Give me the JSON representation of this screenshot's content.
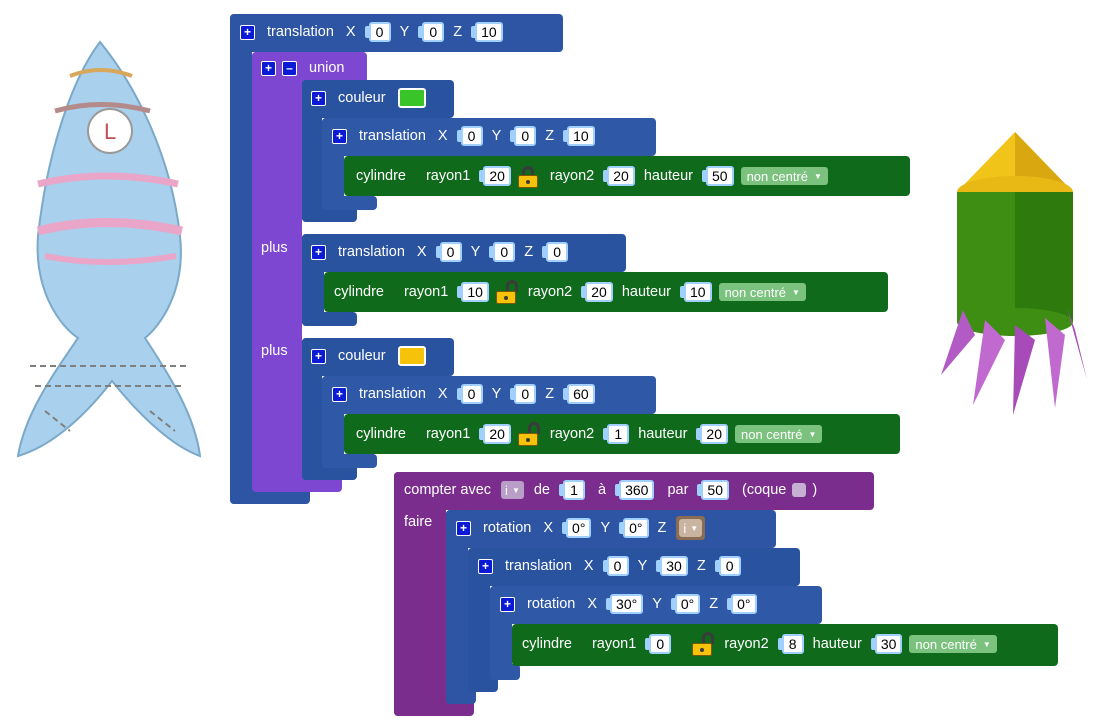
{
  "labels": {
    "translation": "translation",
    "rotation": "rotation",
    "union": "union",
    "couleur": "couleur",
    "cylindre": "cylindre",
    "rayon1": "rayon1",
    "rayon2": "rayon2",
    "hauteur": "hauteur",
    "plus": "plus",
    "X": "X",
    "Y": "Y",
    "Z": "Z",
    "non_centre": "non centré",
    "compter": "compter avec",
    "de": "de",
    "a": "à",
    "par": "par",
    "coque_open": "(coque",
    "coque_close": ")",
    "faire": "faire"
  },
  "blocks": {
    "outer_translation": {
      "x": "0",
      "y": "0",
      "z": "10"
    },
    "color1": "#39c52a",
    "t1": {
      "x": "0",
      "y": "0",
      "z": "10"
    },
    "cyl1": {
      "r1": "20",
      "r2": "20",
      "h": "50"
    },
    "t2": {
      "x": "0",
      "y": "0",
      "z": "0"
    },
    "cyl2": {
      "r1": "10",
      "r2": "20",
      "h": "10"
    },
    "color2": "#f7c20a",
    "t3": {
      "x": "0",
      "y": "0",
      "z": "60"
    },
    "cyl3": {
      "r1": "20",
      "r2": "1",
      "h": "20"
    },
    "loop": {
      "var": "i",
      "from": "1",
      "to": "360",
      "step": "50"
    },
    "rot1": {
      "x": "0°",
      "y": "0°",
      "z_var": "i"
    },
    "t4": {
      "x": "0",
      "y": "30",
      "z": "0"
    },
    "rot2": {
      "x": "30°",
      "y": "0°",
      "z": "0°"
    },
    "cyl4": {
      "r1": "0",
      "r2": "8",
      "h": "30"
    }
  },
  "icons": {
    "plus": "+",
    "minus": "–",
    "dropdown": "▼"
  }
}
